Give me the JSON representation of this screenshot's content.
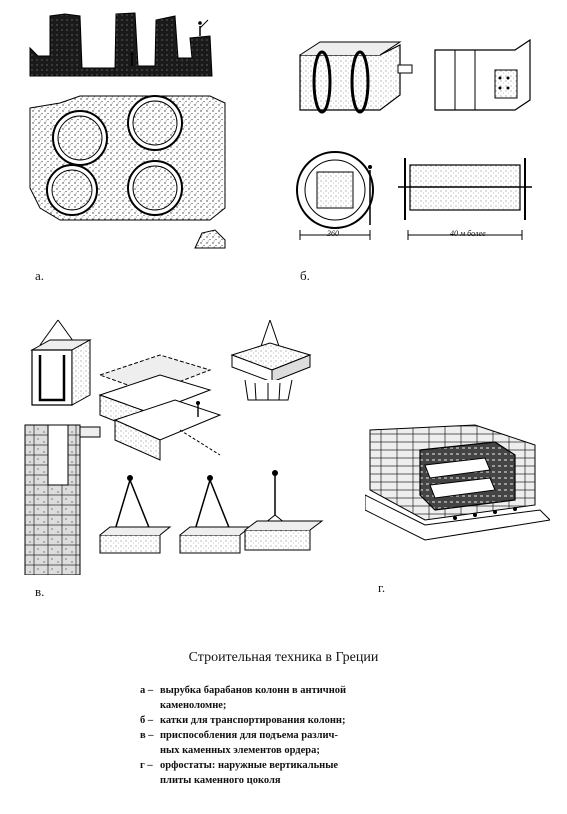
{
  "figure": {
    "labels": {
      "a": "а.",
      "b": "б.",
      "v": "в.",
      "g": "г."
    },
    "dimensions": {
      "drum_width": "360",
      "frame_length": "40 м более"
    }
  },
  "caption": "Строительная техника в Греции",
  "legend": [
    {
      "key": "а –",
      "lines": [
        "вырубка барабанов колонн в античной",
        "каменоломне;"
      ]
    },
    {
      "key": "б –",
      "lines": [
        "катки для транспортирования колонн;"
      ]
    },
    {
      "key": "в –",
      "lines": [
        "приспособления для подъема различ-",
        "ных каменных элементов ордера;"
      ]
    },
    {
      "key": "г –",
      "lines": [
        "орфостаты: наружные вертикальные",
        "плиты каменного цоколя"
      ]
    }
  ]
}
